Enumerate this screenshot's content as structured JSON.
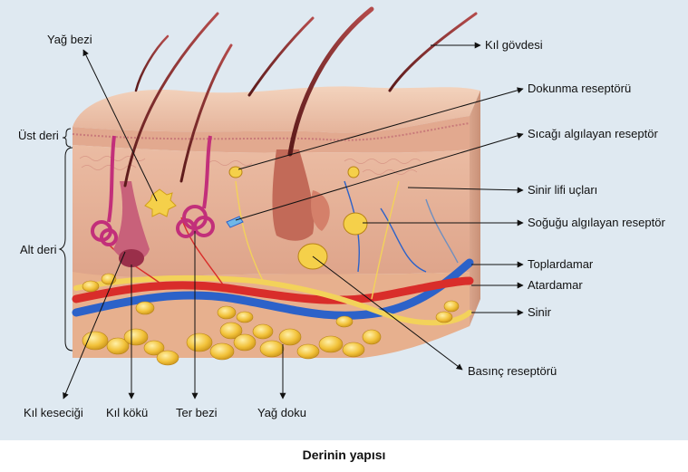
{
  "caption": "Derinin yapısı",
  "labels": {
    "yag_bezi": "Yağ bezi",
    "kil_govdesi": "Kıl gövdesi",
    "dokunma_reseptoru": "Dokunma reseptörü",
    "ust_deri": "Üst deri",
    "sicagi_algilayan": "Sıcağı algılayan reseptör",
    "sinir_lifi_uclari": "Sinir lifi uçları",
    "alt_deri": "Alt deri",
    "sogugu_algilayan": "Soğuğu algılayan reseptör",
    "toplardamar": "Toplardamar",
    "atardamar": "Atardamar",
    "sinir": "Sinir",
    "basinc_reseptoru": "Basınç reseptörü",
    "kil_kesecigi": "Kıl keseciği",
    "kil_koku": "Kıl kökü",
    "ter_bezi": "Ter bezi",
    "yag_doku": "Yağ doku"
  },
  "colors": {
    "epidermis": "#e8b89a",
    "dermis": "#e9b9a0",
    "fat": "#f2c23a",
    "vein": "#2c62c9",
    "artery": "#d92d2a",
    "nerve": "#f3d25a",
    "hair": "#8c2a2a"
  }
}
